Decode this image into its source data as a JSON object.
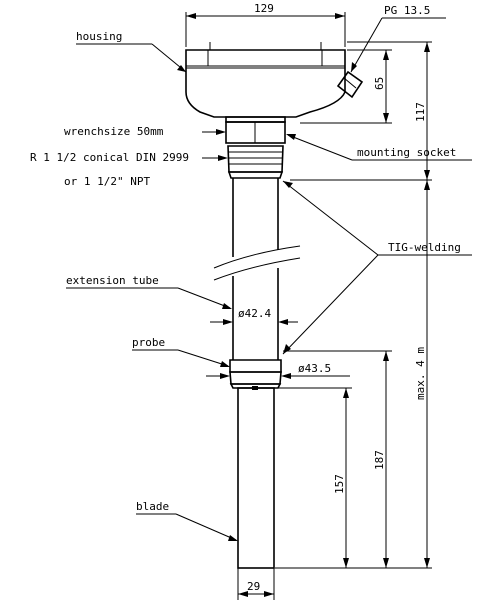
{
  "labels": {
    "housing": "housing",
    "pg": "PG 13.5",
    "wrench": "wrenchsize 50mm",
    "thread_line1": "R 1 1/2 conical DIN 2999",
    "thread_line2": "or 1 1/2\" NPT",
    "mounting_socket": "mounting socket",
    "tig_welding": "TIG-welding",
    "extension_tube": "extension tube",
    "probe": "probe",
    "blade": "blade"
  },
  "dimensions": {
    "housing_width": "129",
    "housing_height": "65",
    "to_socket": "117",
    "tube_diameter": "ø42.4",
    "probe_diameter": "ø43.5",
    "max_length": "max. 4 m",
    "probe_length_outer": "187",
    "blade_length": "157",
    "blade_width": "29"
  }
}
